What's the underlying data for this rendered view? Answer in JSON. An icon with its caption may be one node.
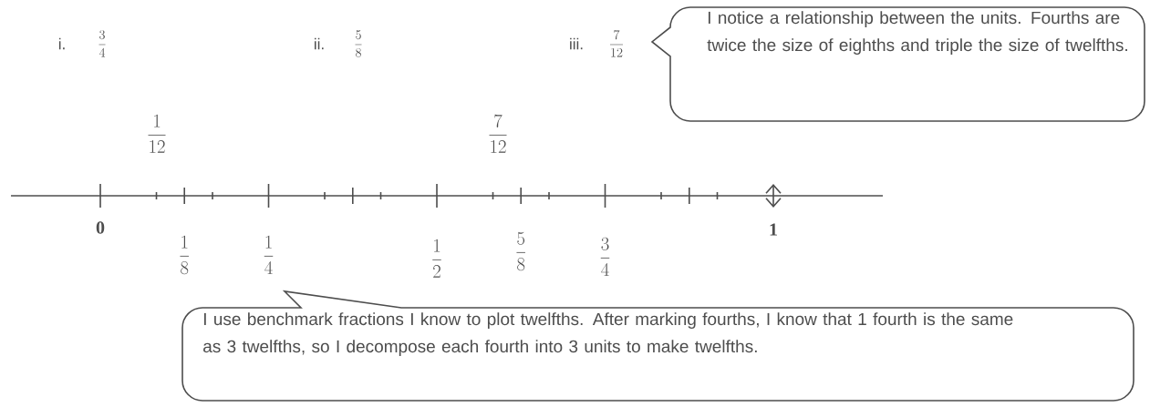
{
  "diagram": {
    "nodes": [
      {
        "text": [
          "I notice a relationship between the units.  Fourths are twice the size of eighths and triple the size of twelfths."
        ]
      },
      {
        "text": [
          "I use benchmark fractions I know to plot twelfths.  After marking fourths, I know that 1 fourth is the same as 3 twelfths, so I decompose each fourth into 3 units to make twelfths."
        ]
      }
    ],
    "edges": [],
    "labels": [
      "i.",
      "\\frac{3}{4}",
      "ii.",
      "\\frac{5}{8}",
      "iii.",
      "\\frac{7}{12}",
      "\\frac{1}{12}",
      "\\frac{7}{12}",
      "0",
      "\\frac{1}{8}",
      "\\frac{1}{4}",
      "\\frac{1}{2}",
      "\\frac{5}{8}",
      "\\frac{3}{4}",
      "1"
    ]
  }
}
